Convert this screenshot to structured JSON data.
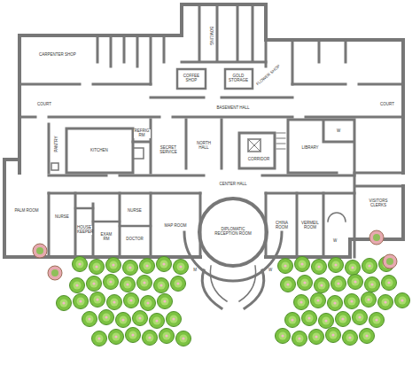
{
  "diagram": {
    "labels": [
      "CARPENTER SHOP",
      "BOWLING",
      "COFFEE SHOP",
      "GOLD STORAGE",
      "FLOWER SHOP",
      "COURT",
      "COURT",
      "BASEMENT HALL",
      "PANTRY",
      "KITCHEN",
      "REFRIG RM",
      "SECRET SERVICE",
      "NORTH HALL",
      "CORRIDOR",
      "LIBRARY",
      "W",
      "CENTER HALL",
      "PALM ROOM",
      "VISITORS CLERKS",
      "NURSE",
      "HOUSE KEEPER",
      "EXAM RM",
      "NURSE",
      "DOCTOR",
      "MAP ROOM",
      "DIPLOMATIC RECEPTION ROOM",
      "CHINA ROOM",
      "VERMEIL ROOM",
      "W",
      "M",
      "W"
    ]
  }
}
